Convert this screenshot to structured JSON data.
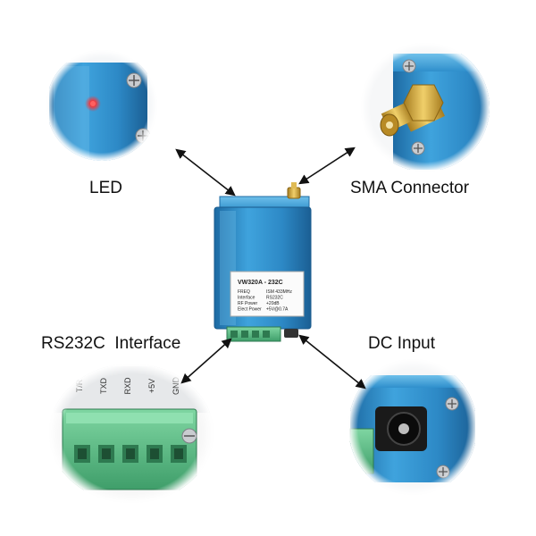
{
  "callouts": {
    "led": "LED",
    "sma": "SMA Connector",
    "rs232c": "RS232C  Interface",
    "dc": "DC Input"
  },
  "device_label": {
    "model": "VW320A - 232C",
    "rows": [
      {
        "key": "FREQ",
        "value": "ISM 433MHz"
      },
      {
        "key": "Interface",
        "value": "RS232C"
      },
      {
        "key": "RF Power",
        "value": "+20dB"
      },
      {
        "key": "Elect Power",
        "value": "+5V@0.7A"
      }
    ]
  },
  "terminal_pins": [
    "T/R",
    "TXD",
    "RXD",
    "+5V",
    "GND"
  ],
  "colors": {
    "enclosure": "#2f8fcc",
    "enclosure_dark": "#1d6aa3",
    "terminal": "#5fc08a",
    "gold": "#d4a93c",
    "led": "#ff2020"
  }
}
